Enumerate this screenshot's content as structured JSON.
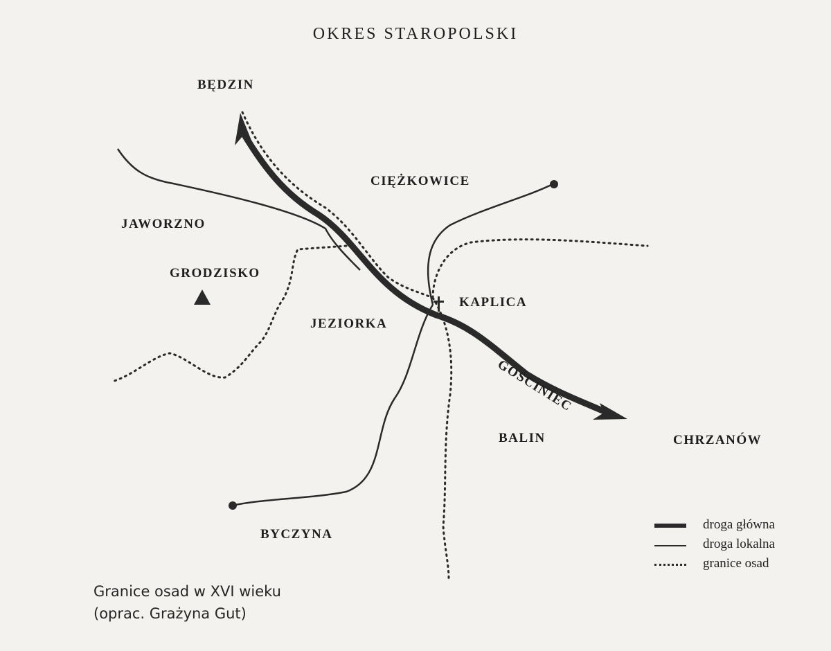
{
  "header": {
    "title": "OKRES STAROPOLSKI"
  },
  "places": {
    "bedzin": "BĘDZIN",
    "ciezkowice": "CIĘŻKOWICE",
    "jaworzno": "JAWORZNO",
    "grodzisko": "GRODZISKO",
    "jeziorka": "JEZIORKA",
    "kaplica": "KAPLICA",
    "balin": "BALIN",
    "chrzanow": "CHRZANÓW",
    "byczyna": "BYCZYNA"
  },
  "roads": {
    "gosciniec": "GOŚCINIEC"
  },
  "legend": {
    "main_road": "droga główna",
    "local_road": "droga lokalna",
    "settlement_border": "granice osad"
  },
  "caption": {
    "line1": "Granice osad w XVI wieku",
    "line2": "(oprac. Grażyna Gut)"
  },
  "symbols": {
    "hill": "triangle-icon",
    "chapel": "cross-icon",
    "endpoint": "dot-icon"
  },
  "colors": {
    "ink": "#222222",
    "paper": "#f4f2ee"
  }
}
